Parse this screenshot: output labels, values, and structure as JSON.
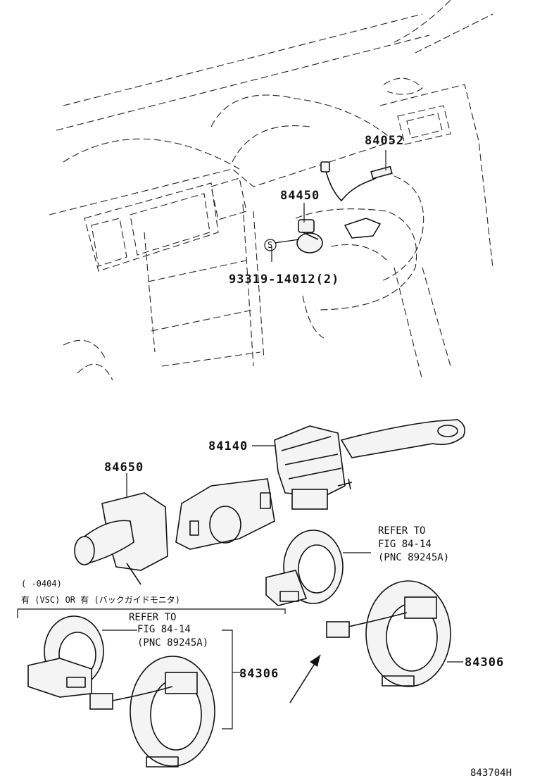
{
  "parts": {
    "p84052": "84052",
    "p84450": "84450",
    "p93319": "93319-14012(2)",
    "p84140": "84140",
    "p84650": "84650",
    "p84306_left": "84306",
    "p84306_right": "84306"
  },
  "marker_s": "S",
  "refer_right": {
    "line1": "REFER TO",
    "line2": "FIG  84-14",
    "line3": "(PNC  89245A)"
  },
  "refer_left": {
    "line1": "REFER TO",
    "line2": "FIG  84-14",
    "line3": "(PNC  89245A)"
  },
  "condition": {
    "range": "(    -0404)",
    "text": "有 (VSC)  OR  有 (バックガイドモニタ)"
  },
  "figure_code": "843704H"
}
